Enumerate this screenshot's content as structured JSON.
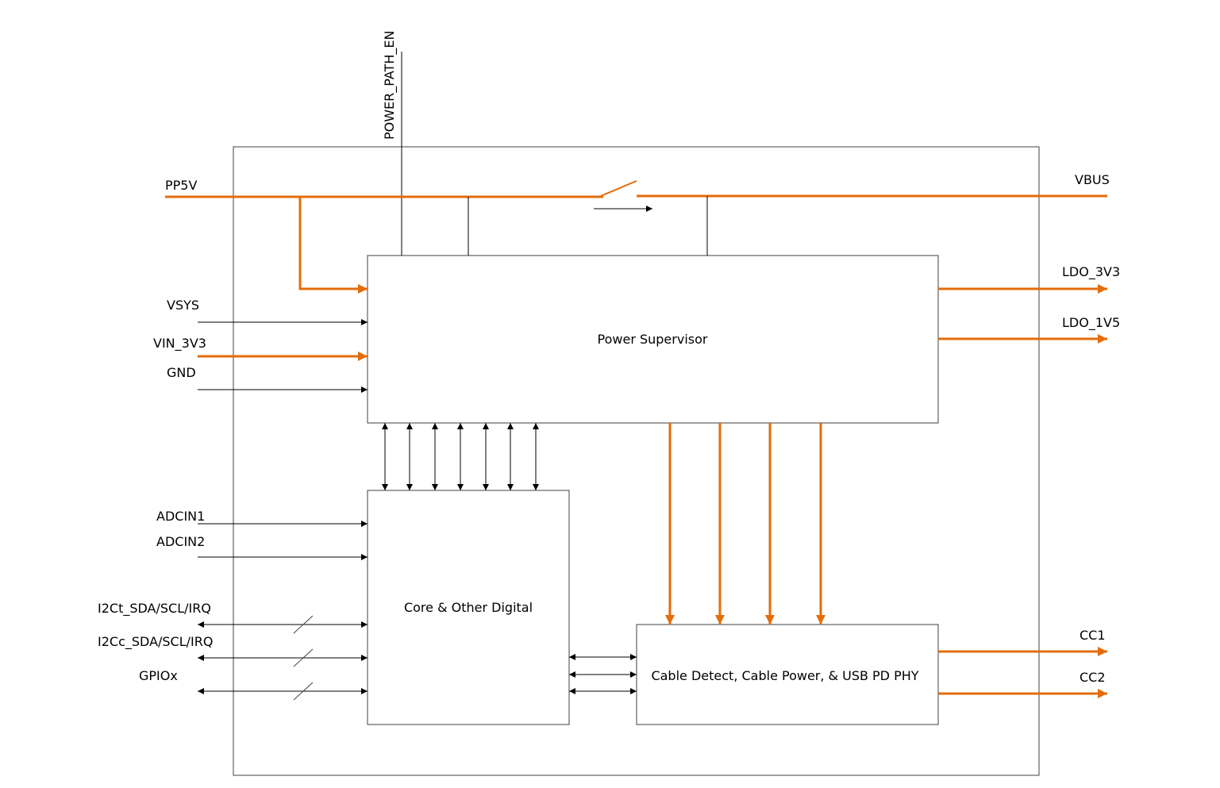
{
  "colors": {
    "power": "#E46C0A",
    "signal": "#000000",
    "box_border": "#404040",
    "background": "#FFFFFF"
  },
  "blocks": {
    "power_supervisor": "Power Supervisor",
    "core_digital": "Core & Other Digital",
    "cable_detect": "Cable Detect, Cable Power, & USB PD PHY"
  },
  "signals": {
    "power_path_en": "POWER_PATH_EN",
    "pp5v": "PP5V",
    "vbus": "VBUS",
    "vsys": "VSYS",
    "vin_3v3": "VIN_3V3",
    "gnd": "GND",
    "ldo_3v3": "LDO_3V3",
    "ldo_1v5": "LDO_1V5",
    "adcin1": "ADCIN1",
    "adcin2": "ADCIN2",
    "i2ct": "I2Ct_SDA/SCL/IRQ",
    "i2cc": "I2Cc_SDA/SCL/IRQ",
    "gpiox": "GPIOx",
    "cc1": "CC1",
    "cc2": "CC2"
  }
}
